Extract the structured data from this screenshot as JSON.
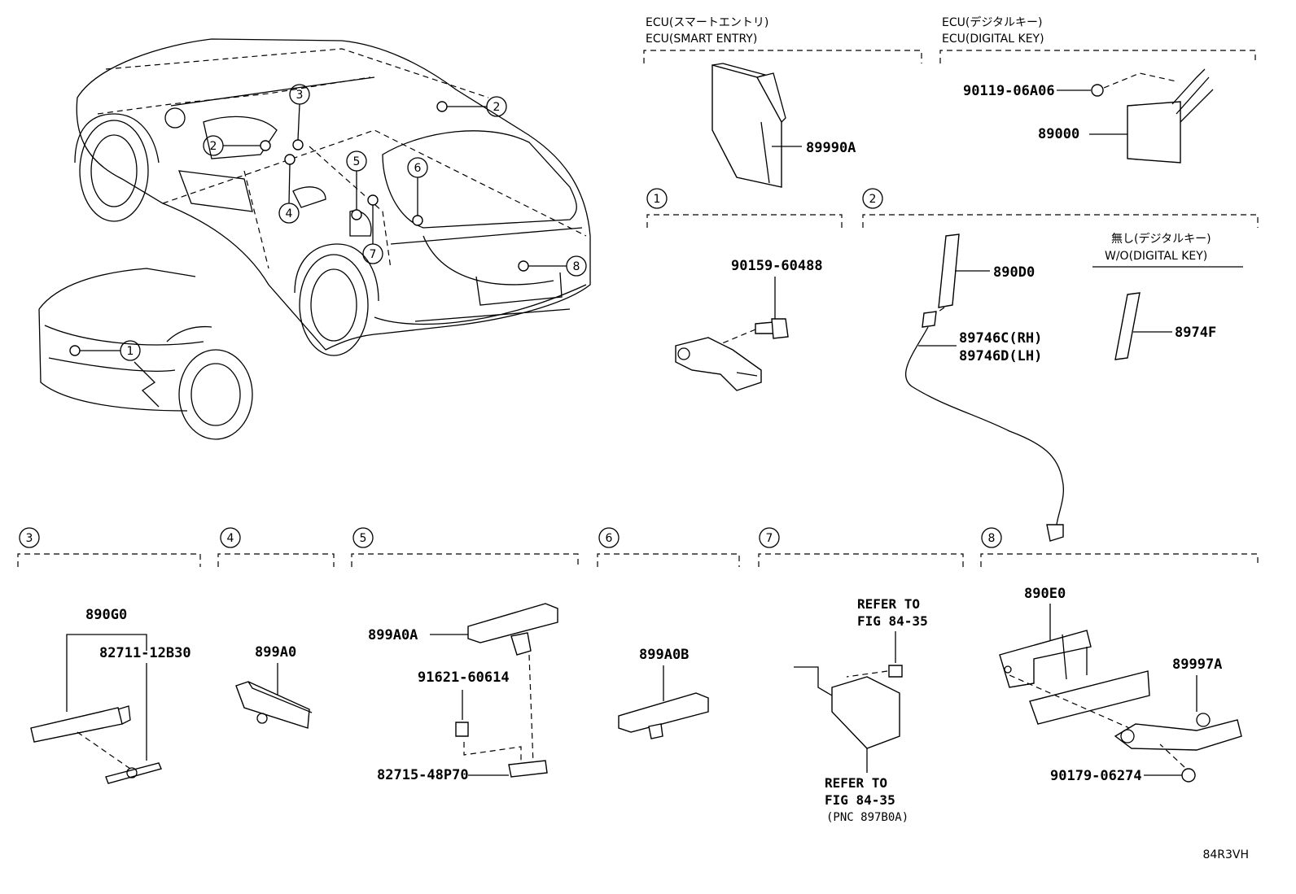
{
  "sections": {
    "ecu_smart": {
      "title_jp": "ECU(スマートエントリ)",
      "title_en": "ECU(SMART ENTRY)",
      "part": "89990A"
    },
    "ecu_digital": {
      "title_jp": "ECU(デジタルキー)",
      "title_en": "ECU(DIGITAL KEY)",
      "bolt": "90119-06A06",
      "part": "89000"
    },
    "s1": {
      "num": "1",
      "bolt": "90159-60488"
    },
    "s2": {
      "num": "2",
      "antenna": "890D0",
      "cable_rh": "89746C(RH)",
      "cable_lh": "89746D(LH)",
      "sub_jp": "無し(デジタルキー)",
      "sub_en": "W/O(DIGITAL KEY)",
      "sub_part": "8974F"
    },
    "s3": {
      "num": "3",
      "part": "890G0",
      "sub": "82711-12B30"
    },
    "s4": {
      "num": "4",
      "part": "899A0"
    },
    "s5": {
      "num": "5",
      "part": "899A0A",
      "bolt": "91621-60614",
      "bracket": "82715-48P70"
    },
    "s6": {
      "num": "6",
      "part": "899A0B"
    },
    "s7": {
      "num": "7",
      "ref1a": "REFER TO",
      "ref1b": "FIG 84-35",
      "ref2a": "REFER TO",
      "ref2b": "FIG 84-35",
      "ref2c": "(PNC 897B0A)"
    },
    "s8": {
      "num": "8",
      "part": "890E0",
      "part2": "89997A",
      "nut": "90179-06274"
    }
  },
  "car_callouts": [
    "1",
    "2",
    "2",
    "3",
    "4",
    "5",
    "6",
    "7",
    "8"
  ],
  "figure_code": "84R3VH"
}
